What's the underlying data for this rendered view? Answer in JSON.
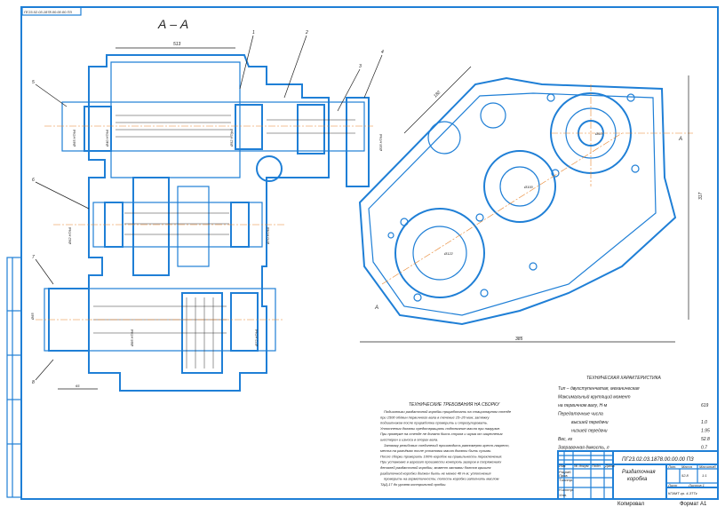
{
  "stamp": "ПГ23.02.03.1878.00.00.00 ПЗ",
  "section_label": "А – А",
  "view_arrow_label": "А",
  "part_callouts": [
    "1",
    "2",
    "3",
    "4",
    "5",
    "6",
    "7",
    "8"
  ],
  "dimensions": {
    "top_width": "513",
    "shaft_diameters": [
      "Ø65 H7/k6",
      "Ø40 H7/k6",
      "Ø52 H7/js6",
      "Ø35 H7/k6",
      "Ø62 H7/k6",
      "Ø70 H7/k6",
      "Ø85 H7/k6",
      "Ø72 H7/k6",
      "Ø65"
    ],
    "left_bottom": "65",
    "right_width": "385",
    "right_height": "317",
    "diag": "182",
    "circle_dims": [
      "Ø60",
      "Ø100",
      "Ø122"
    ]
  },
  "requirements": {
    "title": "ТЕХНИЧЕСКИЕ ТРЕБОВАНИЯ НА СБОРКУ",
    "lines": [
      "Подшипники раздаточной коробки приработать на стационарном стенде",
      "при 1500 об/мин первичного вала в течение 15–20 мин; затяжку",
      "подшипников после приработки проверить и отрегулировать.",
      "Уплотнения должны предотвращать подтекание масла при нагрузке.",
      "При проверке на стенде не должно быть стуков и шума от зацепления",
      "шестерен и износа в опорах вала.",
      "Затяжку резьбовых соединений производить равномерно крест-накрест,",
      "места на разъёмах после установки масла должны быть сухими.",
      "После сборки проверить 100% коробок на правильность переключения.",
      "При установке в агрегат произвести контроль зазоров в сопряжениях",
      "деталей раздаточной коробки, момент затяжки болтов крышек",
      "раздаточной коробки должен быть не менее 40 Н·м; уплотнения",
      "проверить на герметичность; полость коробки заполнить маслом",
      "ТАД-17 до уровня контрольной пробки."
    ]
  },
  "characteristics": {
    "title": "ТЕХНИЧЕСКАЯ ХАРАКТЕРИСТИКА",
    "rows": [
      {
        "label": "Тип –  двухступенчатая, механическая",
        "value": ""
      },
      {
        "label": "Максимальный крутящий момент",
        "value": ""
      },
      {
        "label": "на первичном валу, Н·м",
        "value": "619"
      },
      {
        "label": "Передаточные числа",
        "value": ""
      },
      {
        "label": "высшей передачи",
        "value": "1.0"
      },
      {
        "label": "низшей передачи",
        "value": "1.95"
      },
      {
        "label": "Вес, кг",
        "value": "52.8"
      },
      {
        "label": "Заправочная ёмкость, л",
        "value": "0.7"
      }
    ]
  },
  "title_block": {
    "doc_code": "ПГ23.02.03.1878.00.00.00 ПЗ",
    "name_line1": "Раздаточная",
    "name_line2": "коробка",
    "mass": "52.8",
    "scale": "1:1",
    "org": "КГАМТ гр. 4-ЗТТк",
    "col_headers": [
      "Изм.",
      "Лист",
      "№ докум.",
      "Подп.",
      "Дата"
    ],
    "roles": [
      "Разраб.",
      "Пров.",
      "Т.контр.",
      "Н.контр.",
      "Утв."
    ],
    "lit_labels": [
      "Лит.",
      "Масса",
      "Масштаб"
    ],
    "sheet_label": "Лист",
    "sheets_label": "Листов 1",
    "footer_left": "Копировал",
    "footer_right": "Формат  А1"
  }
}
